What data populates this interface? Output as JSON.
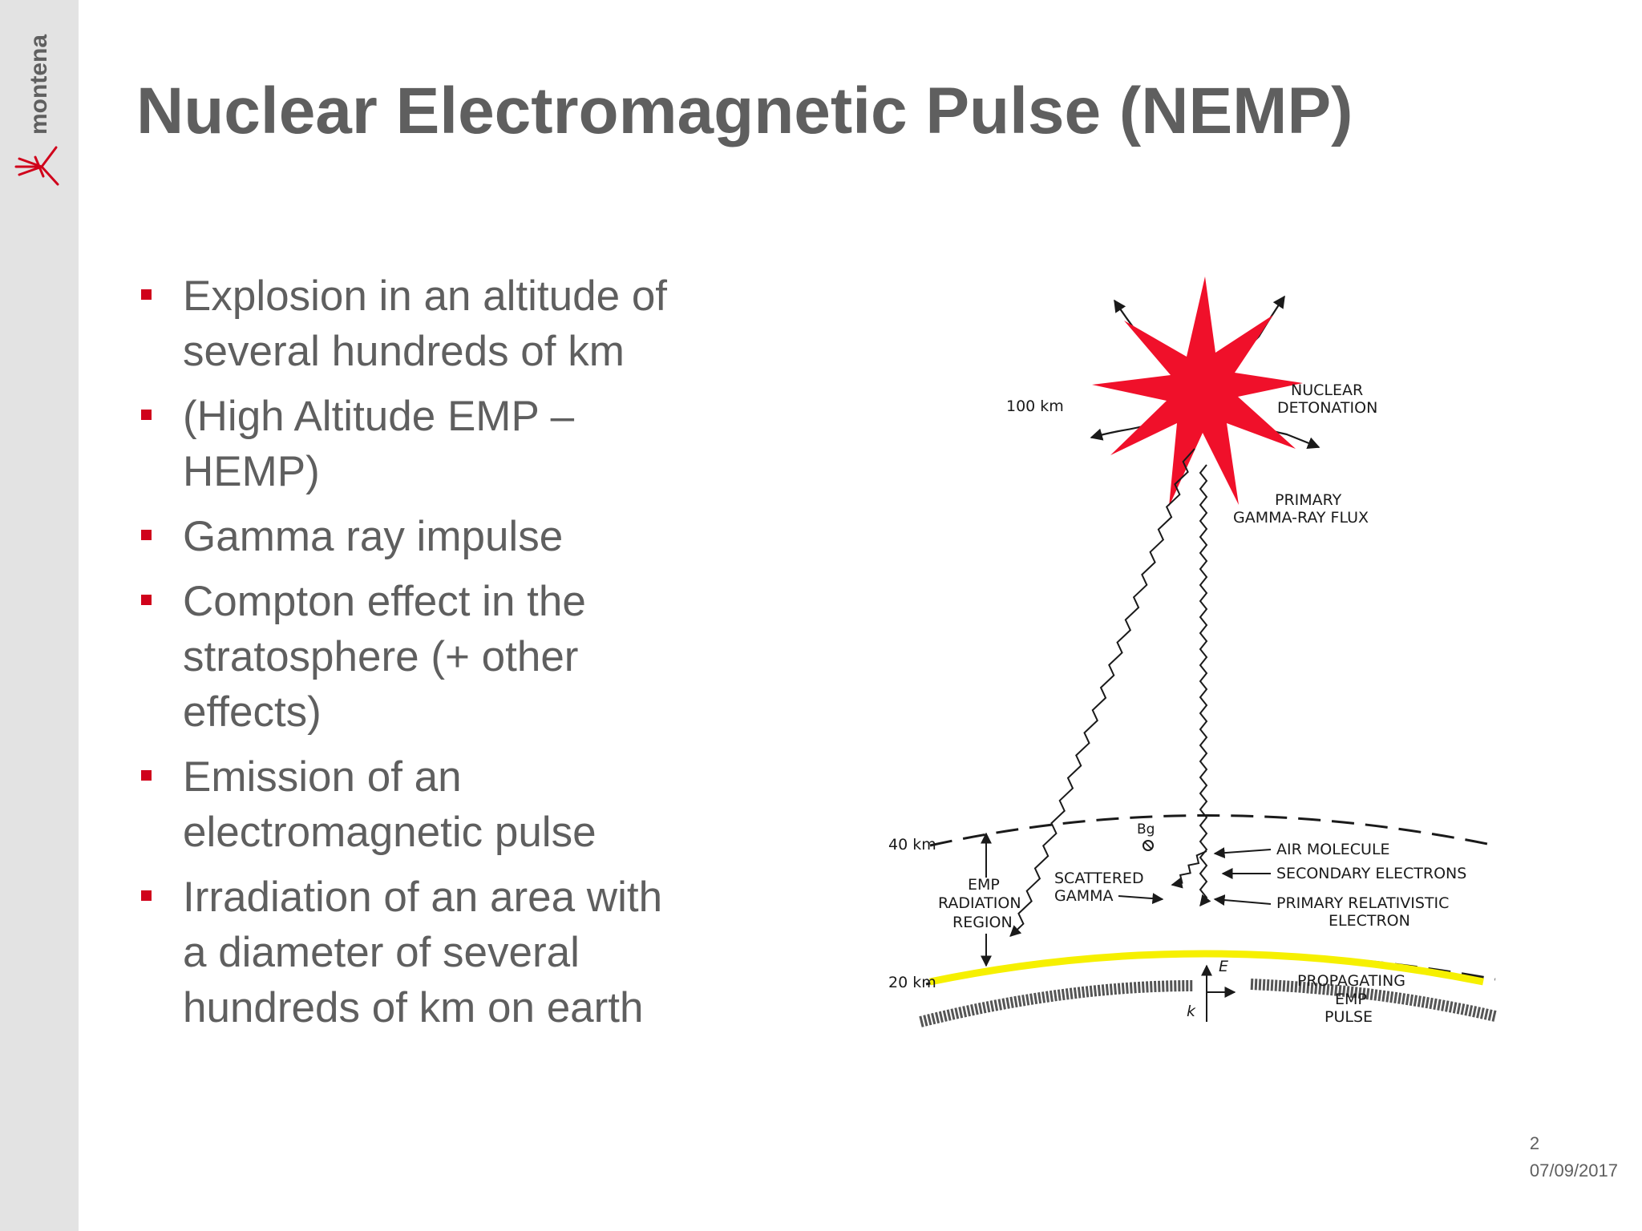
{
  "brand": {
    "name": "montena",
    "accent": "#d0021b"
  },
  "slide": {
    "title": "Nuclear Electromagnetic Pulse (NEMP)",
    "bullets": [
      {
        "lines": [
          "Explosion in an altitude of",
          "several hundreds of km"
        ]
      },
      {
        "lines": [
          "(High Altitude EMP –",
          "HEMP)"
        ]
      },
      {
        "lines": [
          "Gamma ray impulse"
        ]
      },
      {
        "lines": [
          "Compton effect in the",
          "stratosphere (+ other",
          "effects)"
        ]
      },
      {
        "lines": [
          "Emission of an",
          "electromagnetic pulse"
        ]
      },
      {
        "lines": [
          "Irradiation of an area with",
          "a diameter of several",
          "hundreds of km on earth"
        ]
      }
    ],
    "page_number": "2",
    "date": "07/09/2017"
  },
  "diagram": {
    "labels": {
      "alt_100": "100 km",
      "alt_40": "40 km",
      "alt_20": "20 km",
      "nuclear": "NUCLEAR",
      "detonation": "DETONATION",
      "primary": "PRIMARY",
      "gamma_flux": "GAMMA-RAY FLUX",
      "bg": "Bg",
      "air_molecule": "AIR  MOLECULE",
      "secondary": "SECONDARY  ELECTRONS",
      "primary_rel": "PRIMARY  RELATIVISTIC",
      "electron": "ELECTRON",
      "emp": "EMP",
      "radiation": "RADIATION",
      "region": "REGION",
      "scattered": "SCATTERED",
      "gamma": "GAMMA",
      "e_vec": "E",
      "k_vec": "k",
      "propagating": "PROPAGATING",
      "emp2": "EMP",
      "pulse": "PULSE"
    },
    "colors": {
      "burst": "#f0102a",
      "pulse": "#f6f000",
      "ink": "#1a1a1a"
    }
  }
}
